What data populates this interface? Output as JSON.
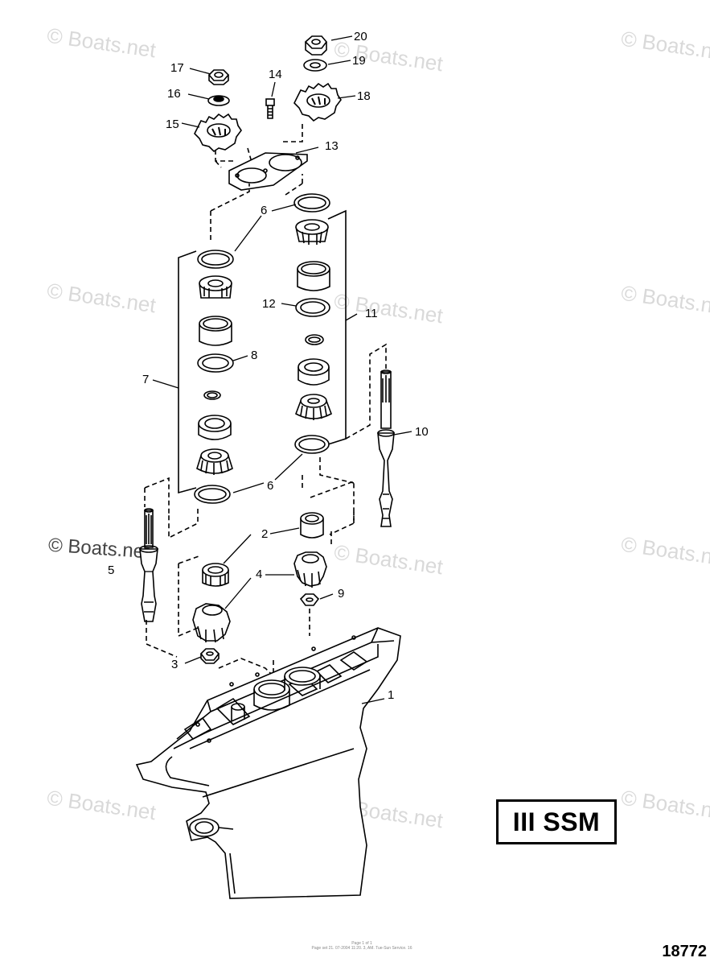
{
  "watermark": "© Boats.net",
  "badge": "III SSM",
  "figure_number": "18772",
  "footer_line1": "Page 1 of 1",
  "footer_line2": "Page set 21. 07-2004 11:20. 3, AM. Tue-Sun Service. 16",
  "callouts": [
    "20",
    "19",
    "17",
    "14",
    "18",
    "16",
    "15",
    "13",
    "6",
    "12",
    "11",
    "8",
    "7",
    "10",
    "6",
    "2",
    "5",
    "4",
    "9",
    "3",
    "1"
  ]
}
